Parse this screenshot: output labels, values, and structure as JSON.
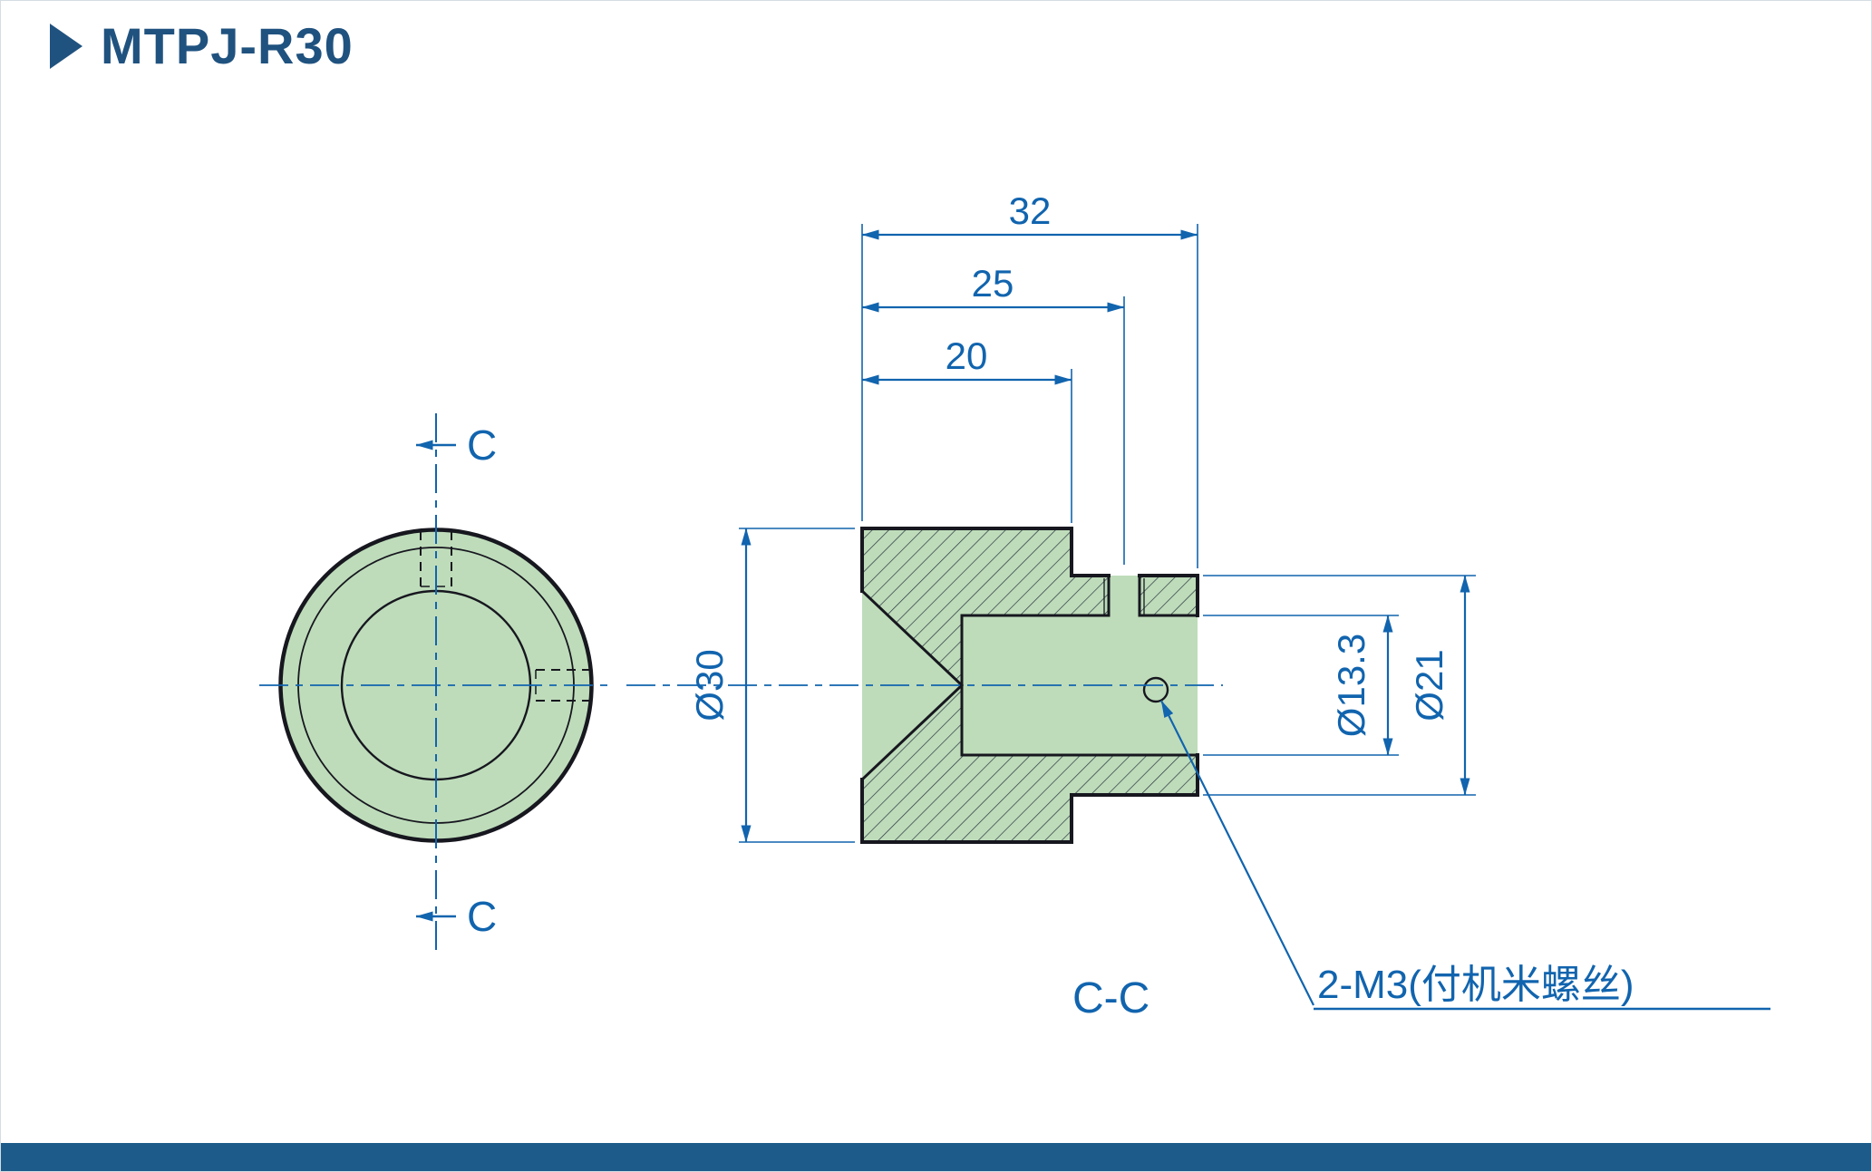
{
  "title": {
    "text": "MTPJ-R30",
    "marker_icon": "filled-right-triangle"
  },
  "views": {
    "front": {
      "cut_label_top": "C",
      "cut_label_bottom": "C"
    },
    "section": {
      "label": "C-C",
      "dims": {
        "overall_length": "32",
        "set_screw_position": "25",
        "body_length": "20",
        "outer_diameter": "Ø30",
        "bore_diameter": "Ø13.3",
        "neck_diameter": "Ø21"
      },
      "set_screw_note": "2-M3(付机米螺丝)"
    }
  },
  "colors": {
    "title_navy": "#20527f",
    "dimension_blue": "#1164ae",
    "part_fill_green": "#bedcba",
    "outline_dark": "#17171f",
    "hatch_dark": "#2a3440",
    "footer_bar_blue": "#1d5c8a",
    "page_background": "#ffffff"
  }
}
